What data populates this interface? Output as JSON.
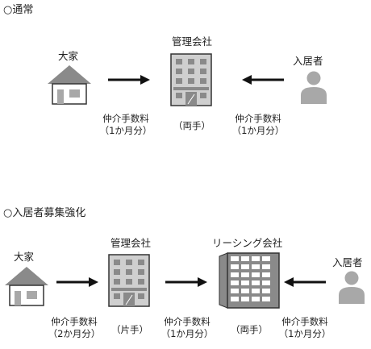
{
  "colors": {
    "stroke": "#333333",
    "fill_dark": "#8a8a8a",
    "fill_mid": "#a8a8a8",
    "fill_light": "#cfcfcf",
    "window": "#ffffff",
    "arrow": "#111111"
  },
  "section1": {
    "heading": "○通常",
    "landlord_label": "大家",
    "company_label": "管理会社",
    "tenant_label": "入居者",
    "landlord_fee": {
      "line1": "仲介手数料",
      "line2": "（1か月分）"
    },
    "company_note": "（両手）",
    "tenant_fee": {
      "line1": "仲介手数料",
      "line2": "（1か月分）"
    }
  },
  "section2": {
    "heading": "○入居者募集強化",
    "landlord_label": "大家",
    "company_label": "管理会社",
    "leasing_label": "リーシング会社",
    "tenant_label": "入居者",
    "landlord_fee": {
      "line1": "仲介手数料",
      "line2": "（2か月分）"
    },
    "company_note": "（片手）",
    "company_fee": {
      "line1": "仲介手数料",
      "line2": "（1か月分）"
    },
    "leasing_note": "（両手）",
    "tenant_fee": {
      "line1": "仲介手数料",
      "line2": "（1か月分）"
    }
  },
  "icons": [
    "house-icon",
    "office-building-icon",
    "person-icon",
    "tall-building-icon",
    "arrow-right-icon",
    "arrow-left-icon"
  ]
}
